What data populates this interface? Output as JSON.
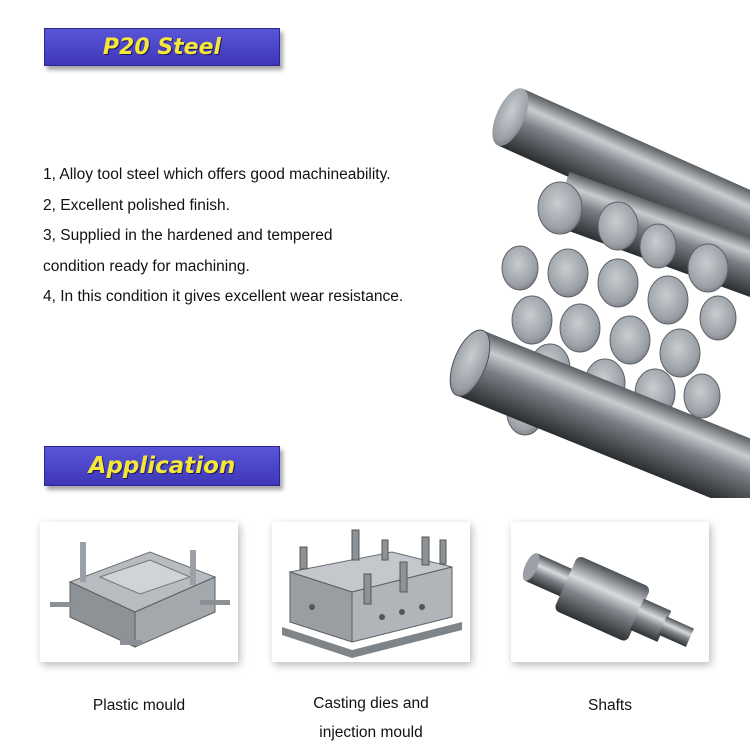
{
  "header": {
    "title": "P20 Steel"
  },
  "features": [
    "1, Alloy tool steel which offers good machineability.",
    "2, Excellent polished finish.",
    "3, Supplied in the hardened and tempered",
    "condition ready for machining.",
    "4, In this condition it gives excellent wear resistance."
  ],
  "application": {
    "title": "Application",
    "items": [
      {
        "caption": "Plastic mould",
        "icon": "plastic-mould-image"
      },
      {
        "caption_line1": "Casting dies and",
        "caption_line2": "injection mould",
        "icon": "casting-die-image"
      },
      {
        "caption": "Shafts",
        "icon": "shaft-image"
      }
    ]
  },
  "colors": {
    "banner": "#4a44c8",
    "banner_text": "#f5e63a",
    "steel": "#8a9096"
  }
}
